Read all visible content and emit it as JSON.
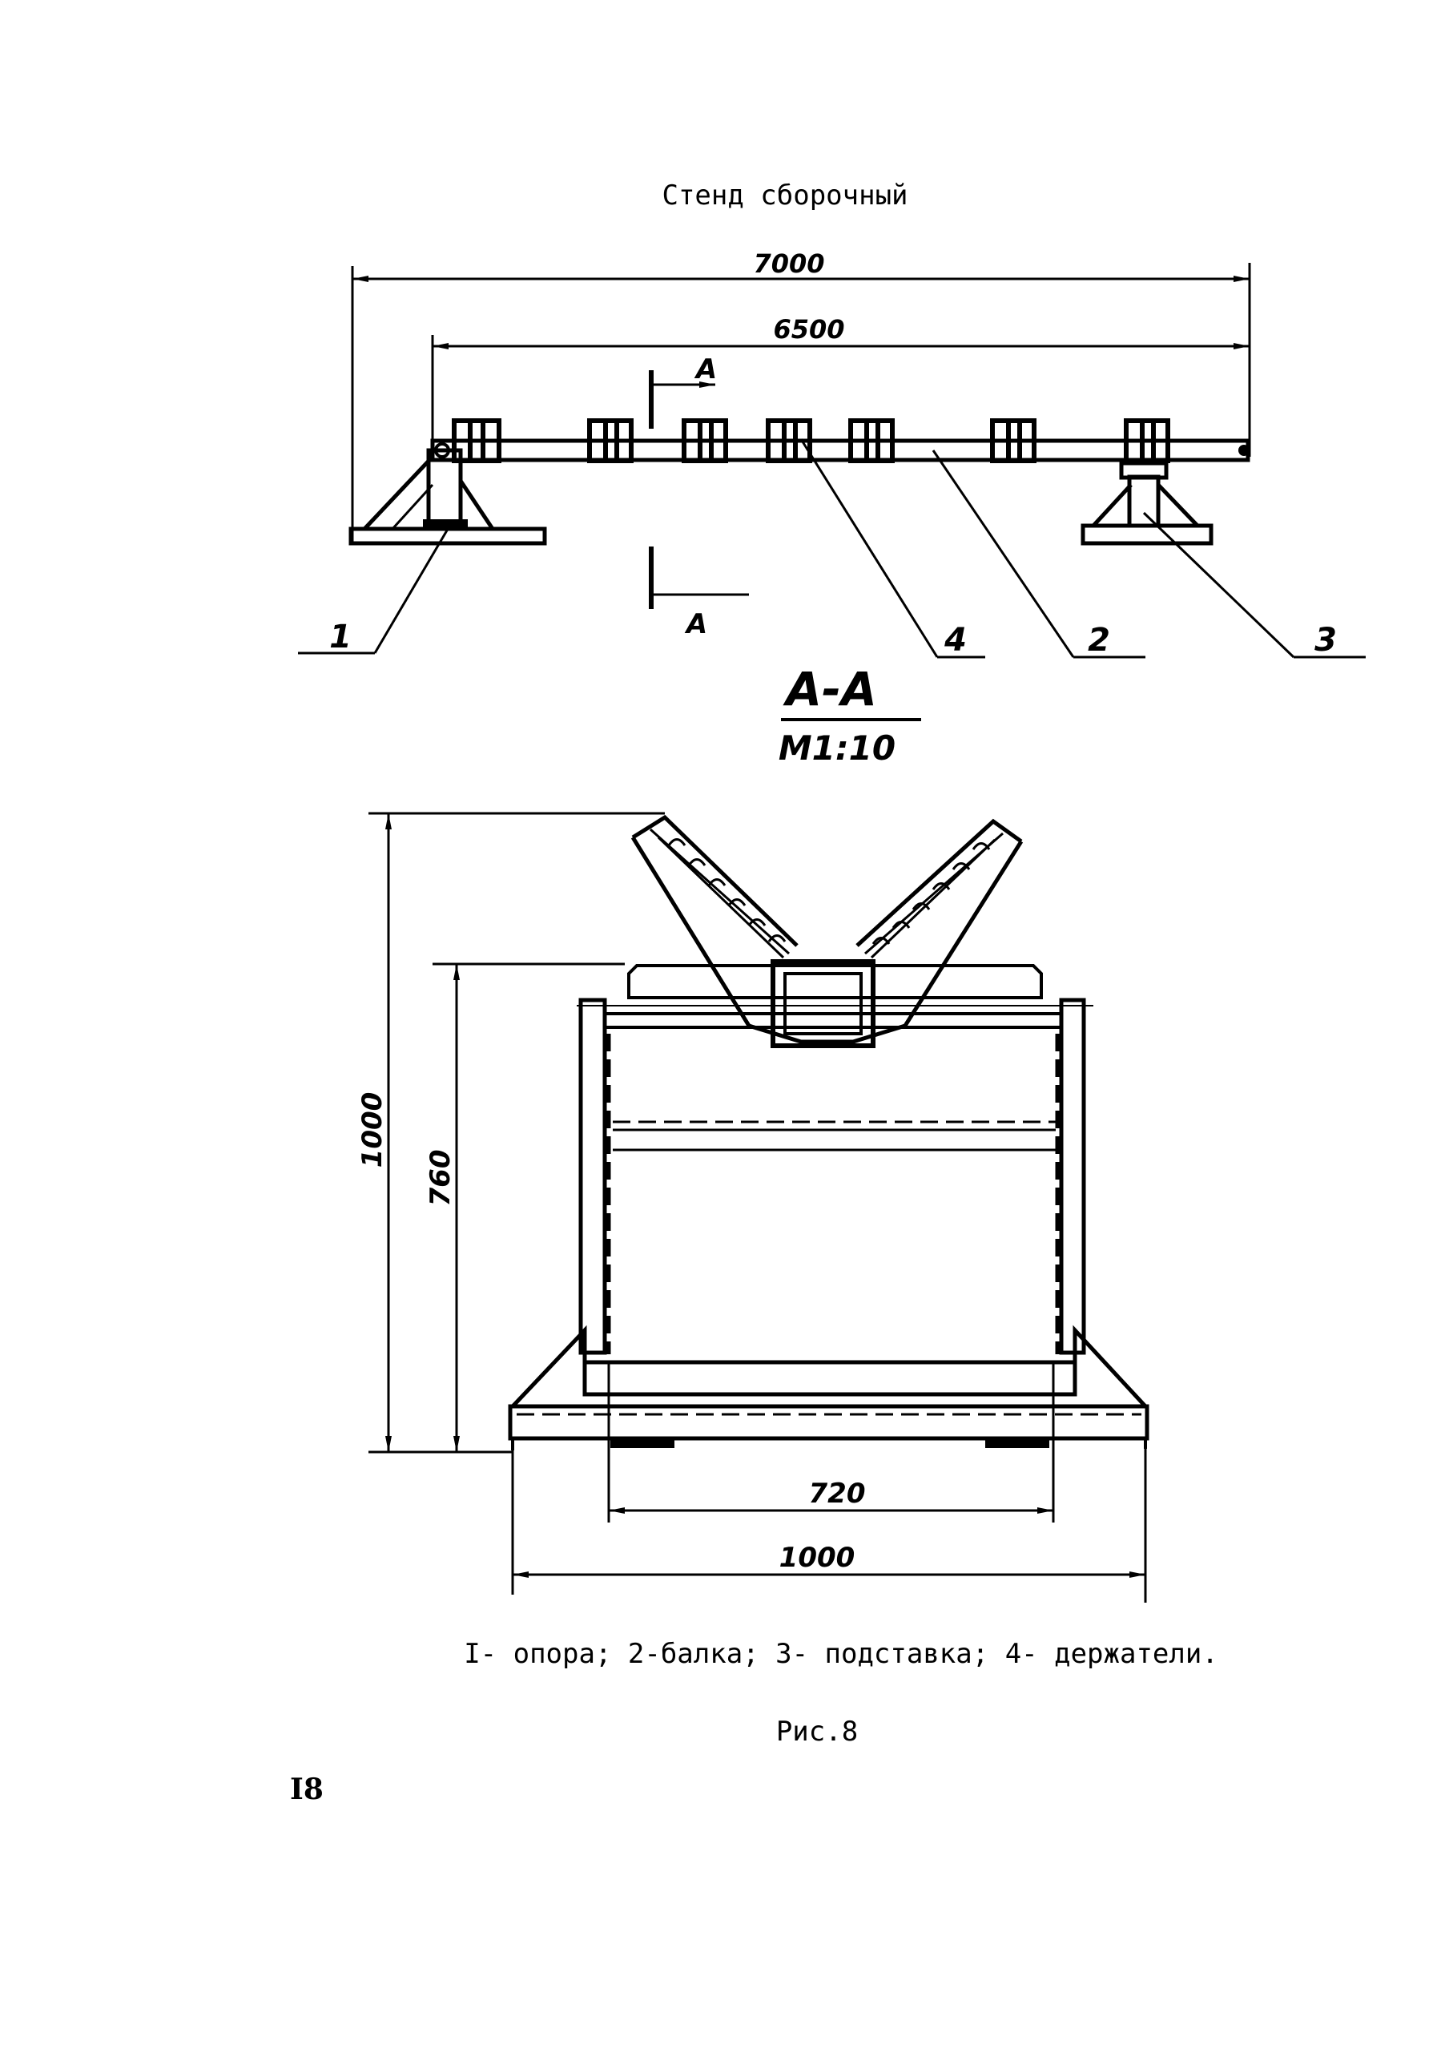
{
  "title": "Стенд сборочный",
  "top_view": {
    "dim_overall": "7000",
    "dim_beam": "6500",
    "section_mark_top": "A",
    "section_mark_bottom": "A",
    "callouts": [
      "1",
      "4",
      "2",
      "3"
    ]
  },
  "section": {
    "label": "A-A",
    "scale": "M1:10",
    "dim_height_total": "1000",
    "dim_height_frame": "760",
    "dim_width_inner": "720",
    "dim_width_total": "1000"
  },
  "legend": "I- опора; 2-балка; 3- подставка; 4- держатели.",
  "figure_caption": "Рис.8",
  "page_number": "I8"
}
